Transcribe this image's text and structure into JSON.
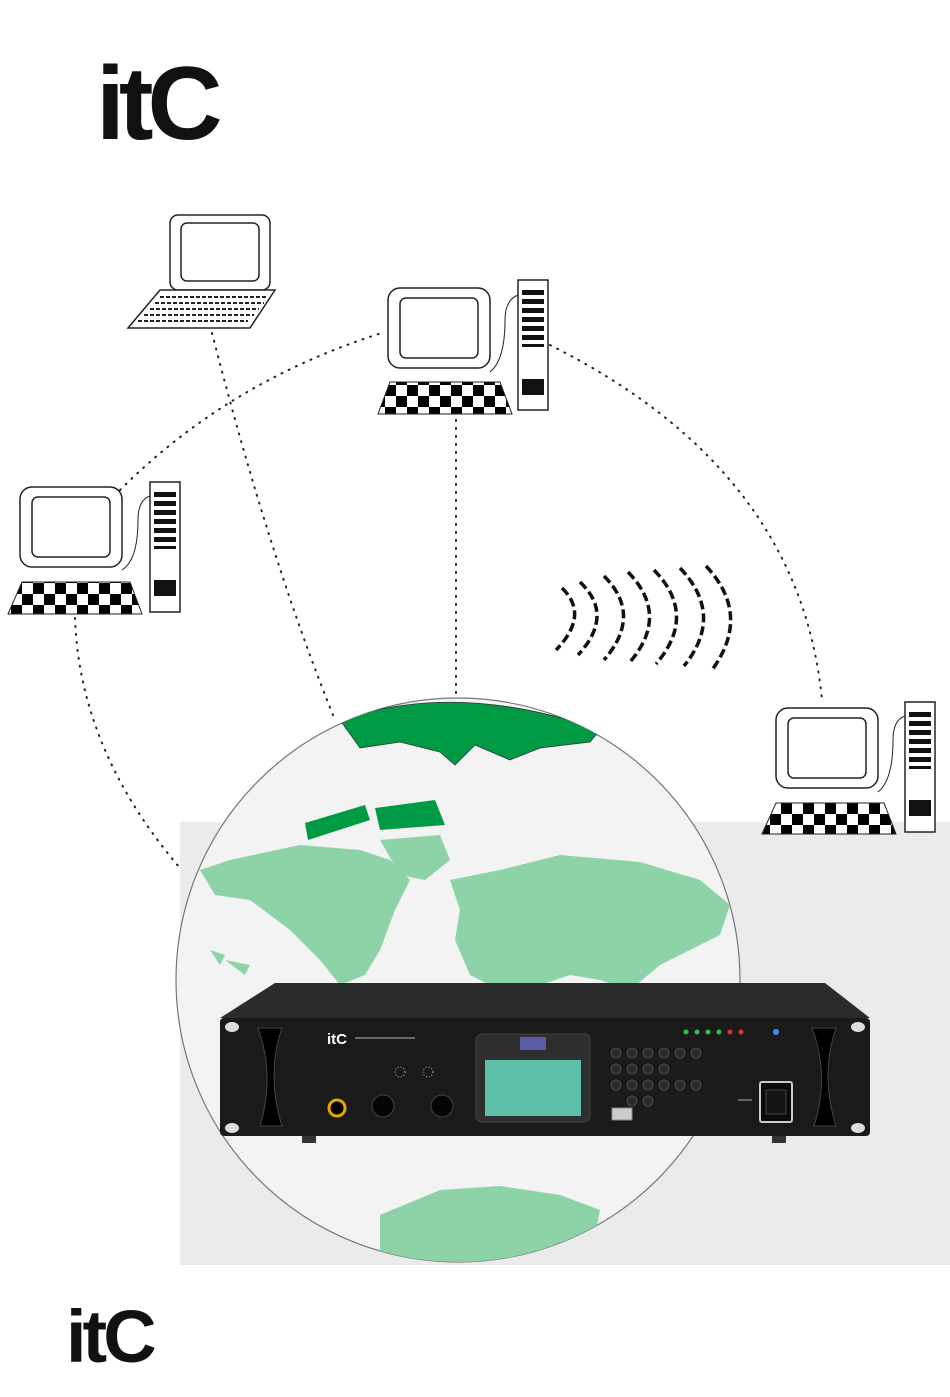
{
  "brand": {
    "logo_top": "itC",
    "logo_bottom": "itC",
    "device_logo": "itC"
  },
  "colors": {
    "land": "#009a44",
    "land_faded": "#8ed3a8",
    "device": "#1a1a1a",
    "screen": "#5cbfa8",
    "led_green": "#2fbf4a",
    "led_red": "#e03030",
    "led_blue": "#3b8cff"
  },
  "icons": [
    "laptop-icon",
    "desktop-pc-icon",
    "wireless-signal-icon",
    "globe-icon",
    "rack-mount-device-icon"
  ]
}
